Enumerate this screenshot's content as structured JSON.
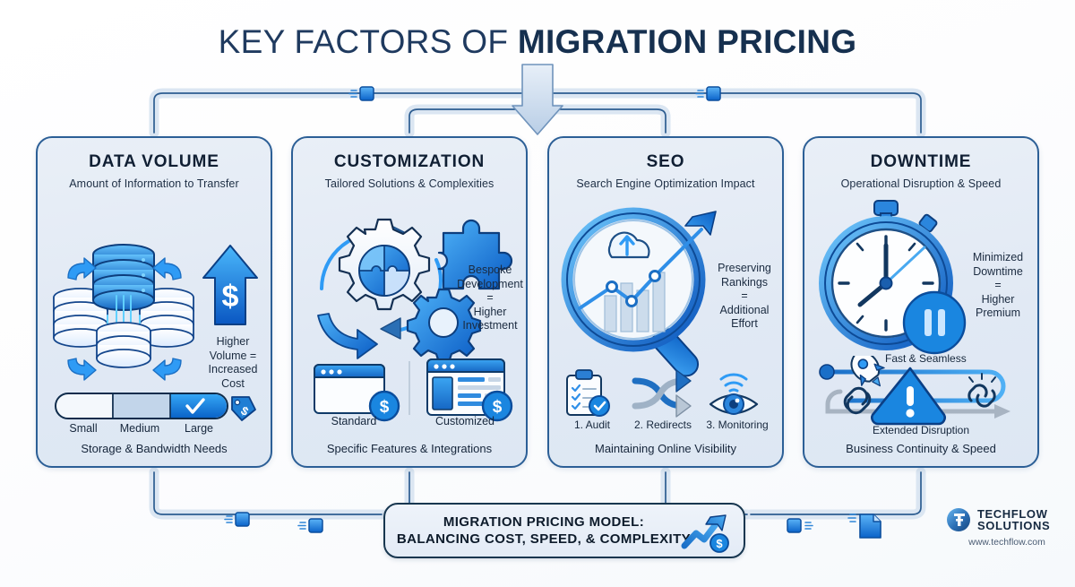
{
  "title": {
    "lead": "KEY FACTORS OF ",
    "emphasis": "MIGRATION PRICING"
  },
  "panels": [
    {
      "id": "data-volume",
      "title": "DATA VOLUME",
      "subtitle": "Amount of Information to Transfer",
      "note": "Higher\nVolume =\nIncreased\nCost",
      "note_lines": [
        "Higher",
        "Volume =",
        "Increased",
        "Cost"
      ],
      "slider": {
        "labels": [
          "Small",
          "Medium",
          "Large"
        ],
        "selected": "Large"
      },
      "footer": "Storage & Bandwidth Needs",
      "icons": [
        "database-stack-icon",
        "cycle-arrows-icon",
        "dollar-up-arrow-icon",
        "price-tag-icon",
        "check-icon"
      ]
    },
    {
      "id": "customization",
      "title": "CUSTOMIZATION",
      "subtitle": "Tailored Solutions & Complexities",
      "note_lines": [
        "Bespoke",
        "Development",
        "=",
        "Higher",
        "Investment"
      ],
      "compare": [
        {
          "label": "Standard",
          "icon": "browser-window-icon"
        },
        {
          "label": "Customized",
          "icon": "browser-window-detailed-icon"
        }
      ],
      "footer": "Specific Features & Integrations",
      "icons": [
        "gear-icon",
        "puzzle-piece-icon",
        "circular-arrows-icon",
        "dollar-badge-icon"
      ]
    },
    {
      "id": "seo",
      "title": "SEO",
      "subtitle": "Search Engine Optimization Impact",
      "note_lines": [
        "Preserving",
        "Rankings",
        "=",
        "Additional",
        "Effort"
      ],
      "steps": [
        {
          "label": "1. Audit",
          "icon": "clipboard-check-icon"
        },
        {
          "label": "2. Redirects",
          "icon": "shuffle-arrows-icon"
        },
        {
          "label": "3. Monitoring",
          "icon": "eye-signal-icon"
        }
      ],
      "footer": "Maintaining Online Visibility",
      "icons": [
        "magnifier-icon",
        "growth-chart-icon",
        "cloud-upload-icon"
      ]
    },
    {
      "id": "downtime",
      "title": "DOWNTIME",
      "subtitle": "Operational Disruption & Speed",
      "note_lines": [
        "Minimized",
        "Downtime",
        "=",
        "Higher",
        "Premium"
      ],
      "paths": {
        "fast": "Fast & Seamless",
        "slow": "Extended Disruption"
      },
      "footer": "Business Continuity & Speed",
      "icons": [
        "stopwatch-icon",
        "pause-badge-icon",
        "rocket-icon",
        "broken-chain-icon",
        "warning-triangle-icon"
      ]
    }
  ],
  "banner": {
    "line1": "MIGRATION PRICING MODEL:",
    "line2": "BALANCING COST, SPEED, & COMPLEXITY",
    "icon": "trend-up-dollar-icon"
  },
  "logo": {
    "line1": "TECHFLOW",
    "line2": "SOLUTIONS",
    "url": "www.techflow.com",
    "mark": "tf-monogram-icon"
  },
  "colors": {
    "accent": "#1a7fe0",
    "accent_deep": "#0a5fc0",
    "panel_border": "#2c5f96",
    "title": "#1f3a5f",
    "wire": "#2d5d91",
    "wire_fill": "#dbe6f2",
    "grey_path": "#a8b4c2"
  }
}
